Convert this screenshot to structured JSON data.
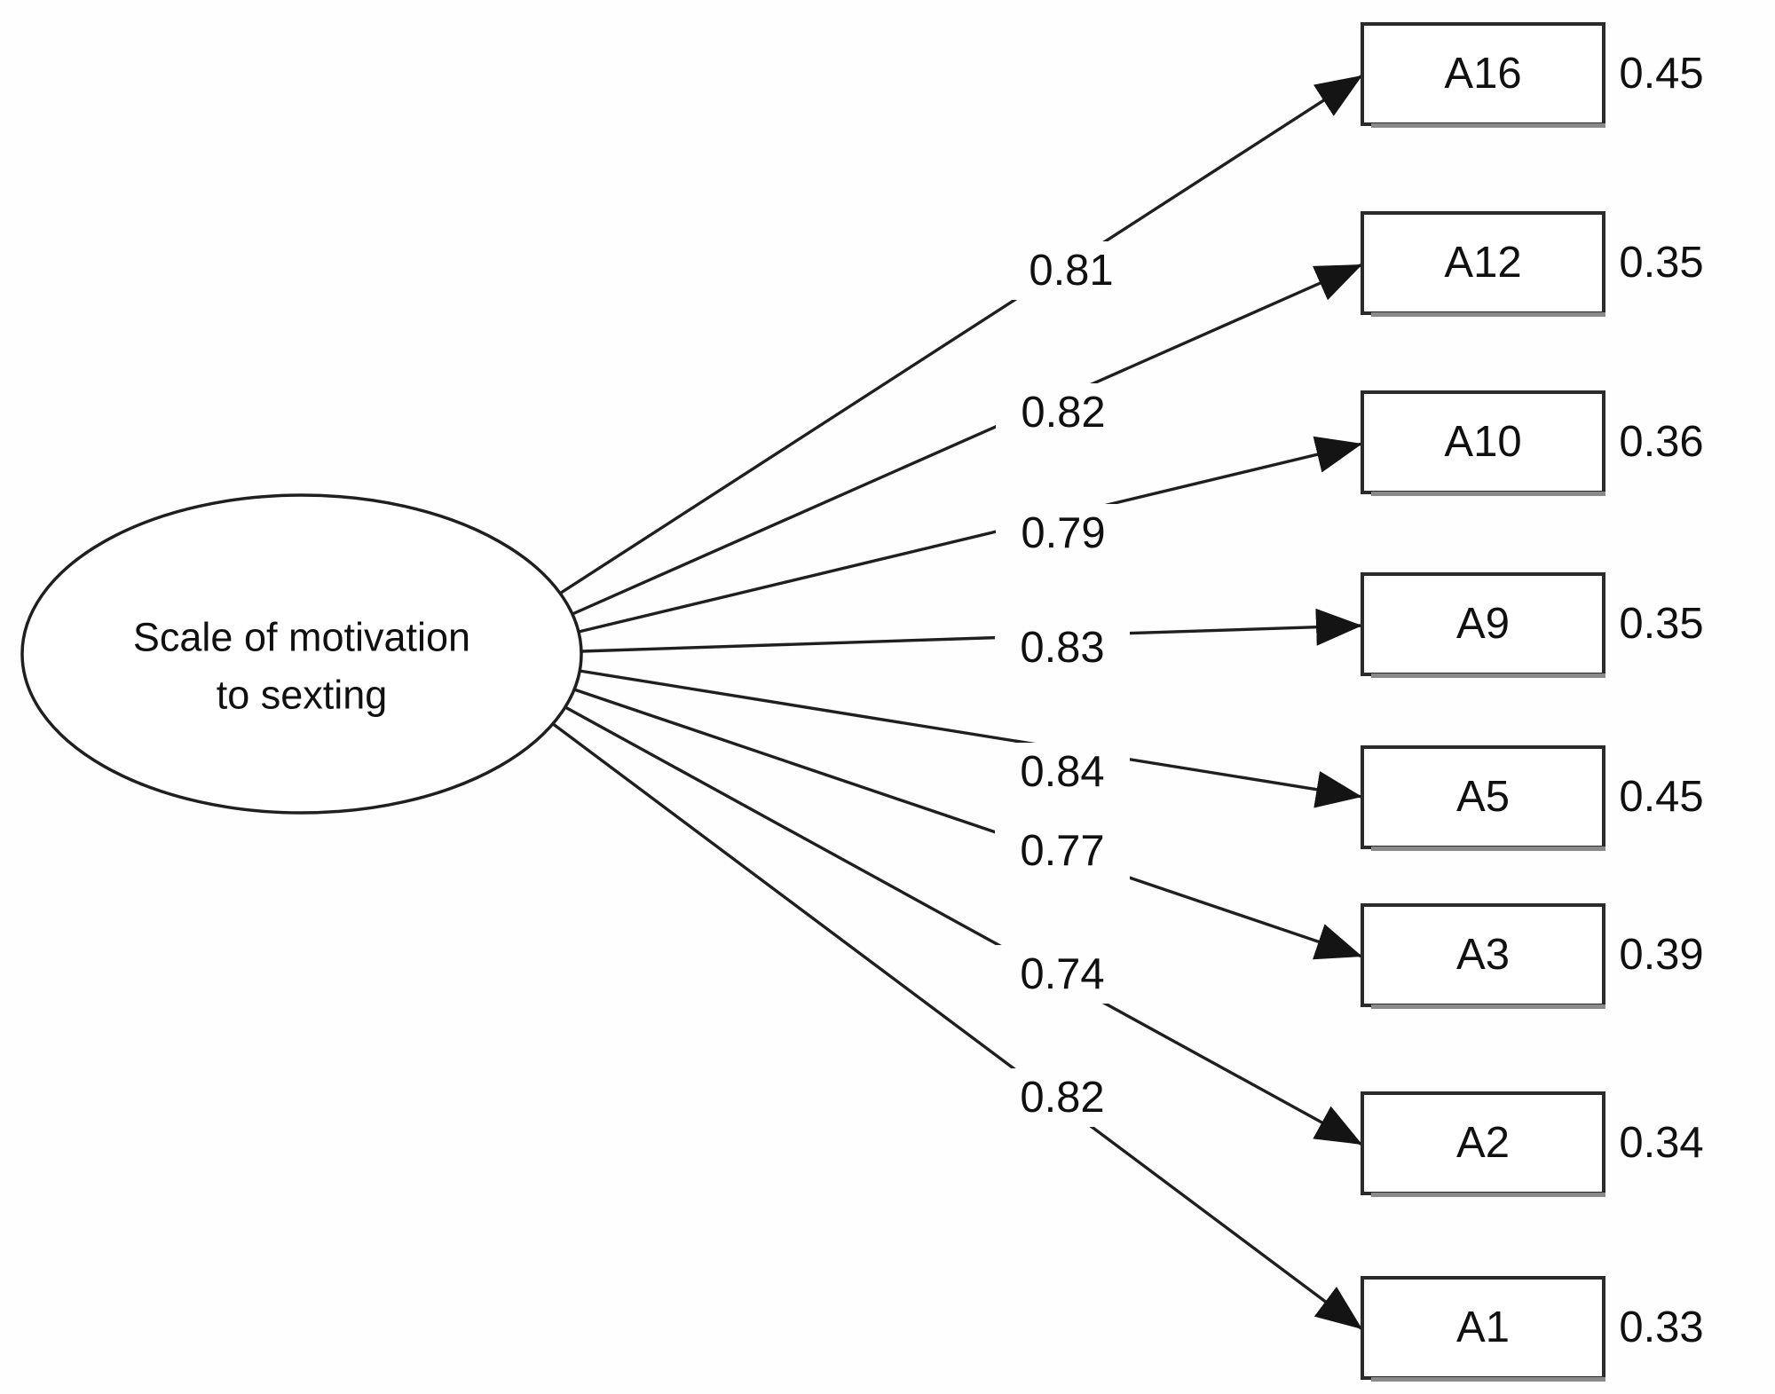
{
  "diagram": {
    "title": "Single-factor path diagram",
    "model_type": "confirmatory factor analysis (one latent factor, 8 observed indicators)",
    "latent": {
      "label_line1": "Scale of motivation",
      "label_line2": "to sexting"
    },
    "indicators": [
      {
        "label": "A16",
        "loading": "0.81",
        "residual": "0.45"
      },
      {
        "label": "A12",
        "loading": "0.82",
        "residual": "0.35"
      },
      {
        "label": "A10",
        "loading": "0.79",
        "residual": "0.36"
      },
      {
        "label": "A9",
        "loading": "0.83",
        "residual": "0.35"
      },
      {
        "label": "A5",
        "loading": "0.84",
        "residual": "0.45"
      },
      {
        "label": "A3",
        "loading": "0.77",
        "residual": "0.39"
      },
      {
        "label": "A2",
        "loading": "0.74",
        "residual": "0.34"
      },
      {
        "label": "A1",
        "loading": "0.82",
        "residual": "0.33"
      }
    ],
    "colors": {
      "background": "#fefefe",
      "stroke": "#1f1f1f",
      "text": "#101010"
    }
  }
}
